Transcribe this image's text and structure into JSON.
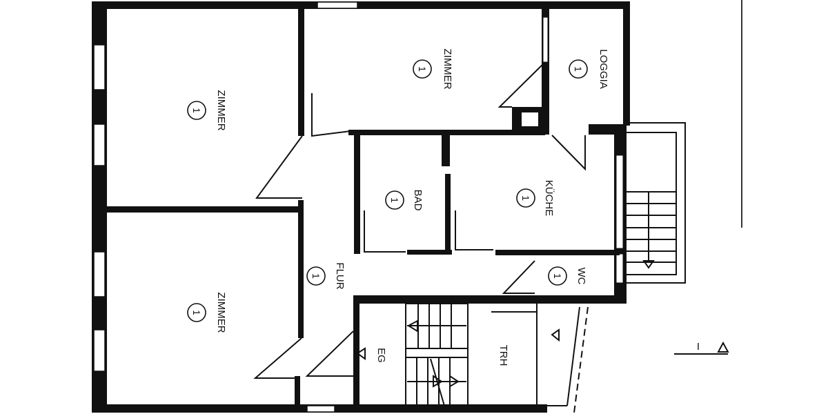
{
  "plan": {
    "rooms": [
      {
        "id": "zimmer-top-left",
        "label": "ZIMMER",
        "number": "1"
      },
      {
        "id": "zimmer-top-middle",
        "label": "ZIMMER",
        "number": "1"
      },
      {
        "id": "loggia",
        "label": "LOGGIA",
        "number": "1"
      },
      {
        "id": "bad",
        "label": "BAD",
        "number": "1"
      },
      {
        "id": "kueche",
        "label": "KÜCHE",
        "number": "1"
      },
      {
        "id": "zimmer-bottom-left",
        "label": "ZIMMER",
        "number": "1"
      },
      {
        "id": "flur",
        "label": "FLUR",
        "number": "1"
      },
      {
        "id": "wc",
        "label": "WC",
        "number": "1"
      }
    ],
    "stair_labels": {
      "eg": "EG",
      "trh": "TRH"
    },
    "section_marker": "I"
  }
}
